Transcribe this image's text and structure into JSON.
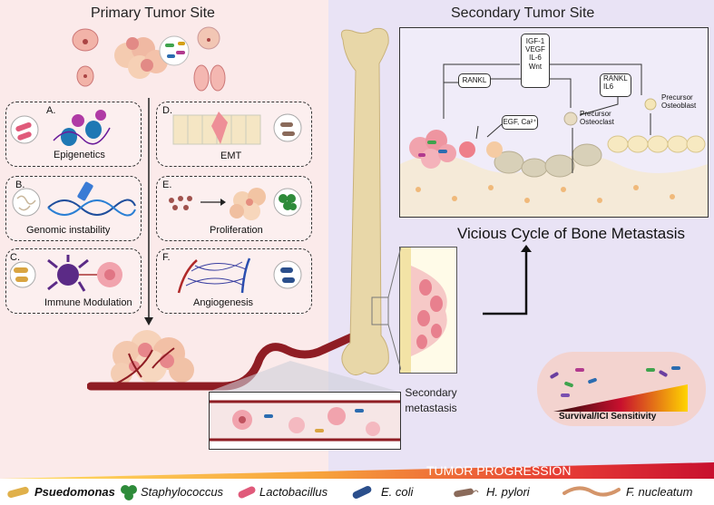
{
  "headings": {
    "primary": "Primary Tumor Site",
    "secondary": "Secondary Tumor Site",
    "vicious_cycle": "Vicious Cycle of Bone Metastasis",
    "secondary_metastasis": "Secondary metastasis",
    "tumor_progression": "TUMOR PROGRESSION",
    "survival": "Survival/ICI Sensitivity"
  },
  "panels": [
    {
      "letter": "A.",
      "caption": "Epigenetics"
    },
    {
      "letter": "B.",
      "caption": "Genomic instability"
    },
    {
      "letter": "C.",
      "caption": "Immune Modulation"
    },
    {
      "letter": "D.",
      "caption": "EMT"
    },
    {
      "letter": "E.",
      "caption": "Proliferation"
    },
    {
      "letter": "F.",
      "caption": "Angiogenesis"
    }
  ],
  "cycle_labels": {
    "factors": "IGF-1\nVEGF\nIL-6\nWnt",
    "rankl": "RANKL",
    "rankl_il6": "RANKL\nIL6",
    "egf_ca": "EGF, Ca²⁺",
    "precursor_osteoclast": "Precursor\nOsteoclast",
    "precursor_osteoblast": "Precursor\nOsteoblast"
  },
  "legend": [
    {
      "name": "Psuedomonas",
      "bold": true
    },
    {
      "name": "Staphylococcus",
      "bold": false
    },
    {
      "name": "Lactobacillus",
      "bold": false
    },
    {
      "name": "E. coli",
      "bold": false
    },
    {
      "name": "H. pylori",
      "bold": false
    },
    {
      "name": "F. nucleatum",
      "bold": false
    }
  ],
  "colors": {
    "primary_bg": "#fbeaea",
    "secondary_bg": "#e9e3f5",
    "bone": "#e8d7a8",
    "vessel": "#8f1d24",
    "gradient_start": "#c8102e",
    "gradient_end": "#ffd400"
  }
}
